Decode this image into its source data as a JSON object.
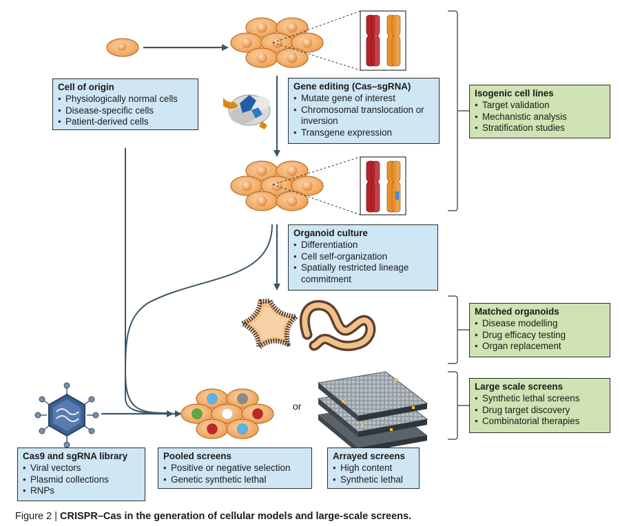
{
  "colors": {
    "blue_box": "#cfe6f4",
    "green_box": "#cfe3b3",
    "cell_fill": "#f4b77a",
    "arrow": "#3d5566"
  },
  "boxes": {
    "cell_of_origin": {
      "title": "Cell of origin",
      "items": [
        "Physiologically normal cells",
        "Disease-specific cells",
        "Patient-derived cells"
      ]
    },
    "gene_editing": {
      "title": "Gene editing (Cas–sgRNA)",
      "items": [
        "Mutate gene of interest",
        "Chromosomal translocation or inversion",
        "Transgene expression"
      ]
    },
    "isogenic": {
      "title": "Isogenic cell lines",
      "items": [
        "Target validation",
        "Mechanistic analysis",
        "Stratification studies"
      ]
    },
    "organoid_culture": {
      "title": "Organoid culture",
      "items": [
        "Differentiation",
        "Cell self-organization",
        "Spatially restricted lineage commitment"
      ]
    },
    "matched_organoids": {
      "title": "Matched organoids",
      "items": [
        "Disease modelling",
        "Drug efficacy testing",
        "Organ replacement"
      ]
    },
    "large_scale": {
      "title": "Large scale screens",
      "items": [
        "Synthetic lethal screens",
        "Drug target discovery",
        "Combinatorial therapies"
      ]
    },
    "cas9_library": {
      "title": "Cas9 and sgRNA library",
      "items": [
        "Viral vectors",
        "Plasmid collections",
        "RNPs"
      ]
    },
    "pooled": {
      "title": "Pooled screens",
      "items": [
        "Positive or negative selection",
        "Genetic synthetic lethal"
      ]
    },
    "arrayed": {
      "title": "Arrayed screens",
      "items": [
        "High content",
        "Synthetic lethal"
      ]
    }
  },
  "or_label": "or",
  "caption": {
    "prefix": "Figure 2 | ",
    "bold": "CRISPR–Cas in the generation of cellular models and large-scale screens."
  }
}
